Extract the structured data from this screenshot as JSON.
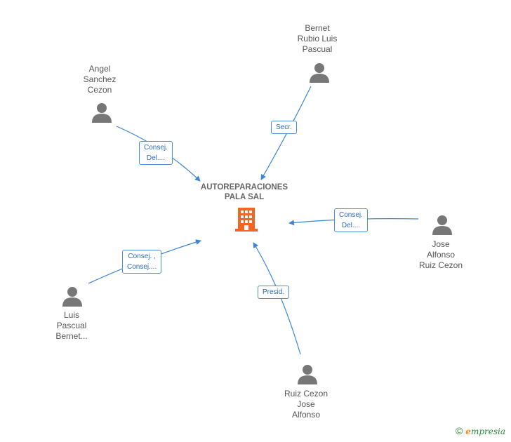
{
  "center": {
    "name": "AUTOREPARACIONES\nPALA SAL"
  },
  "nodes": [
    {
      "id": "bernet",
      "name": "Bernet\nRubio Luis\nPascual",
      "role": "Secr."
    },
    {
      "id": "angel",
      "name": "Angel\nSanchez\nCezon",
      "role": "Consej.\nDel...."
    },
    {
      "id": "jose",
      "name": "Jose\nAlfonso\nRuiz Cezon",
      "role": "Consej.\nDel...."
    },
    {
      "id": "luis",
      "name": "Luis\nPascual\nBernet...",
      "role": "Consej. ,\nConsej...."
    },
    {
      "id": "ruiz",
      "name": "Ruiz Cezon\nJose\nAlfonso",
      "role": "Presid."
    }
  ],
  "footer": {
    "copyright": "©",
    "brand_initial": "e",
    "brand_rest": "mpresia"
  },
  "colors": {
    "edge": "#3a87d6",
    "person": "#777777",
    "building": "#f26522"
  }
}
